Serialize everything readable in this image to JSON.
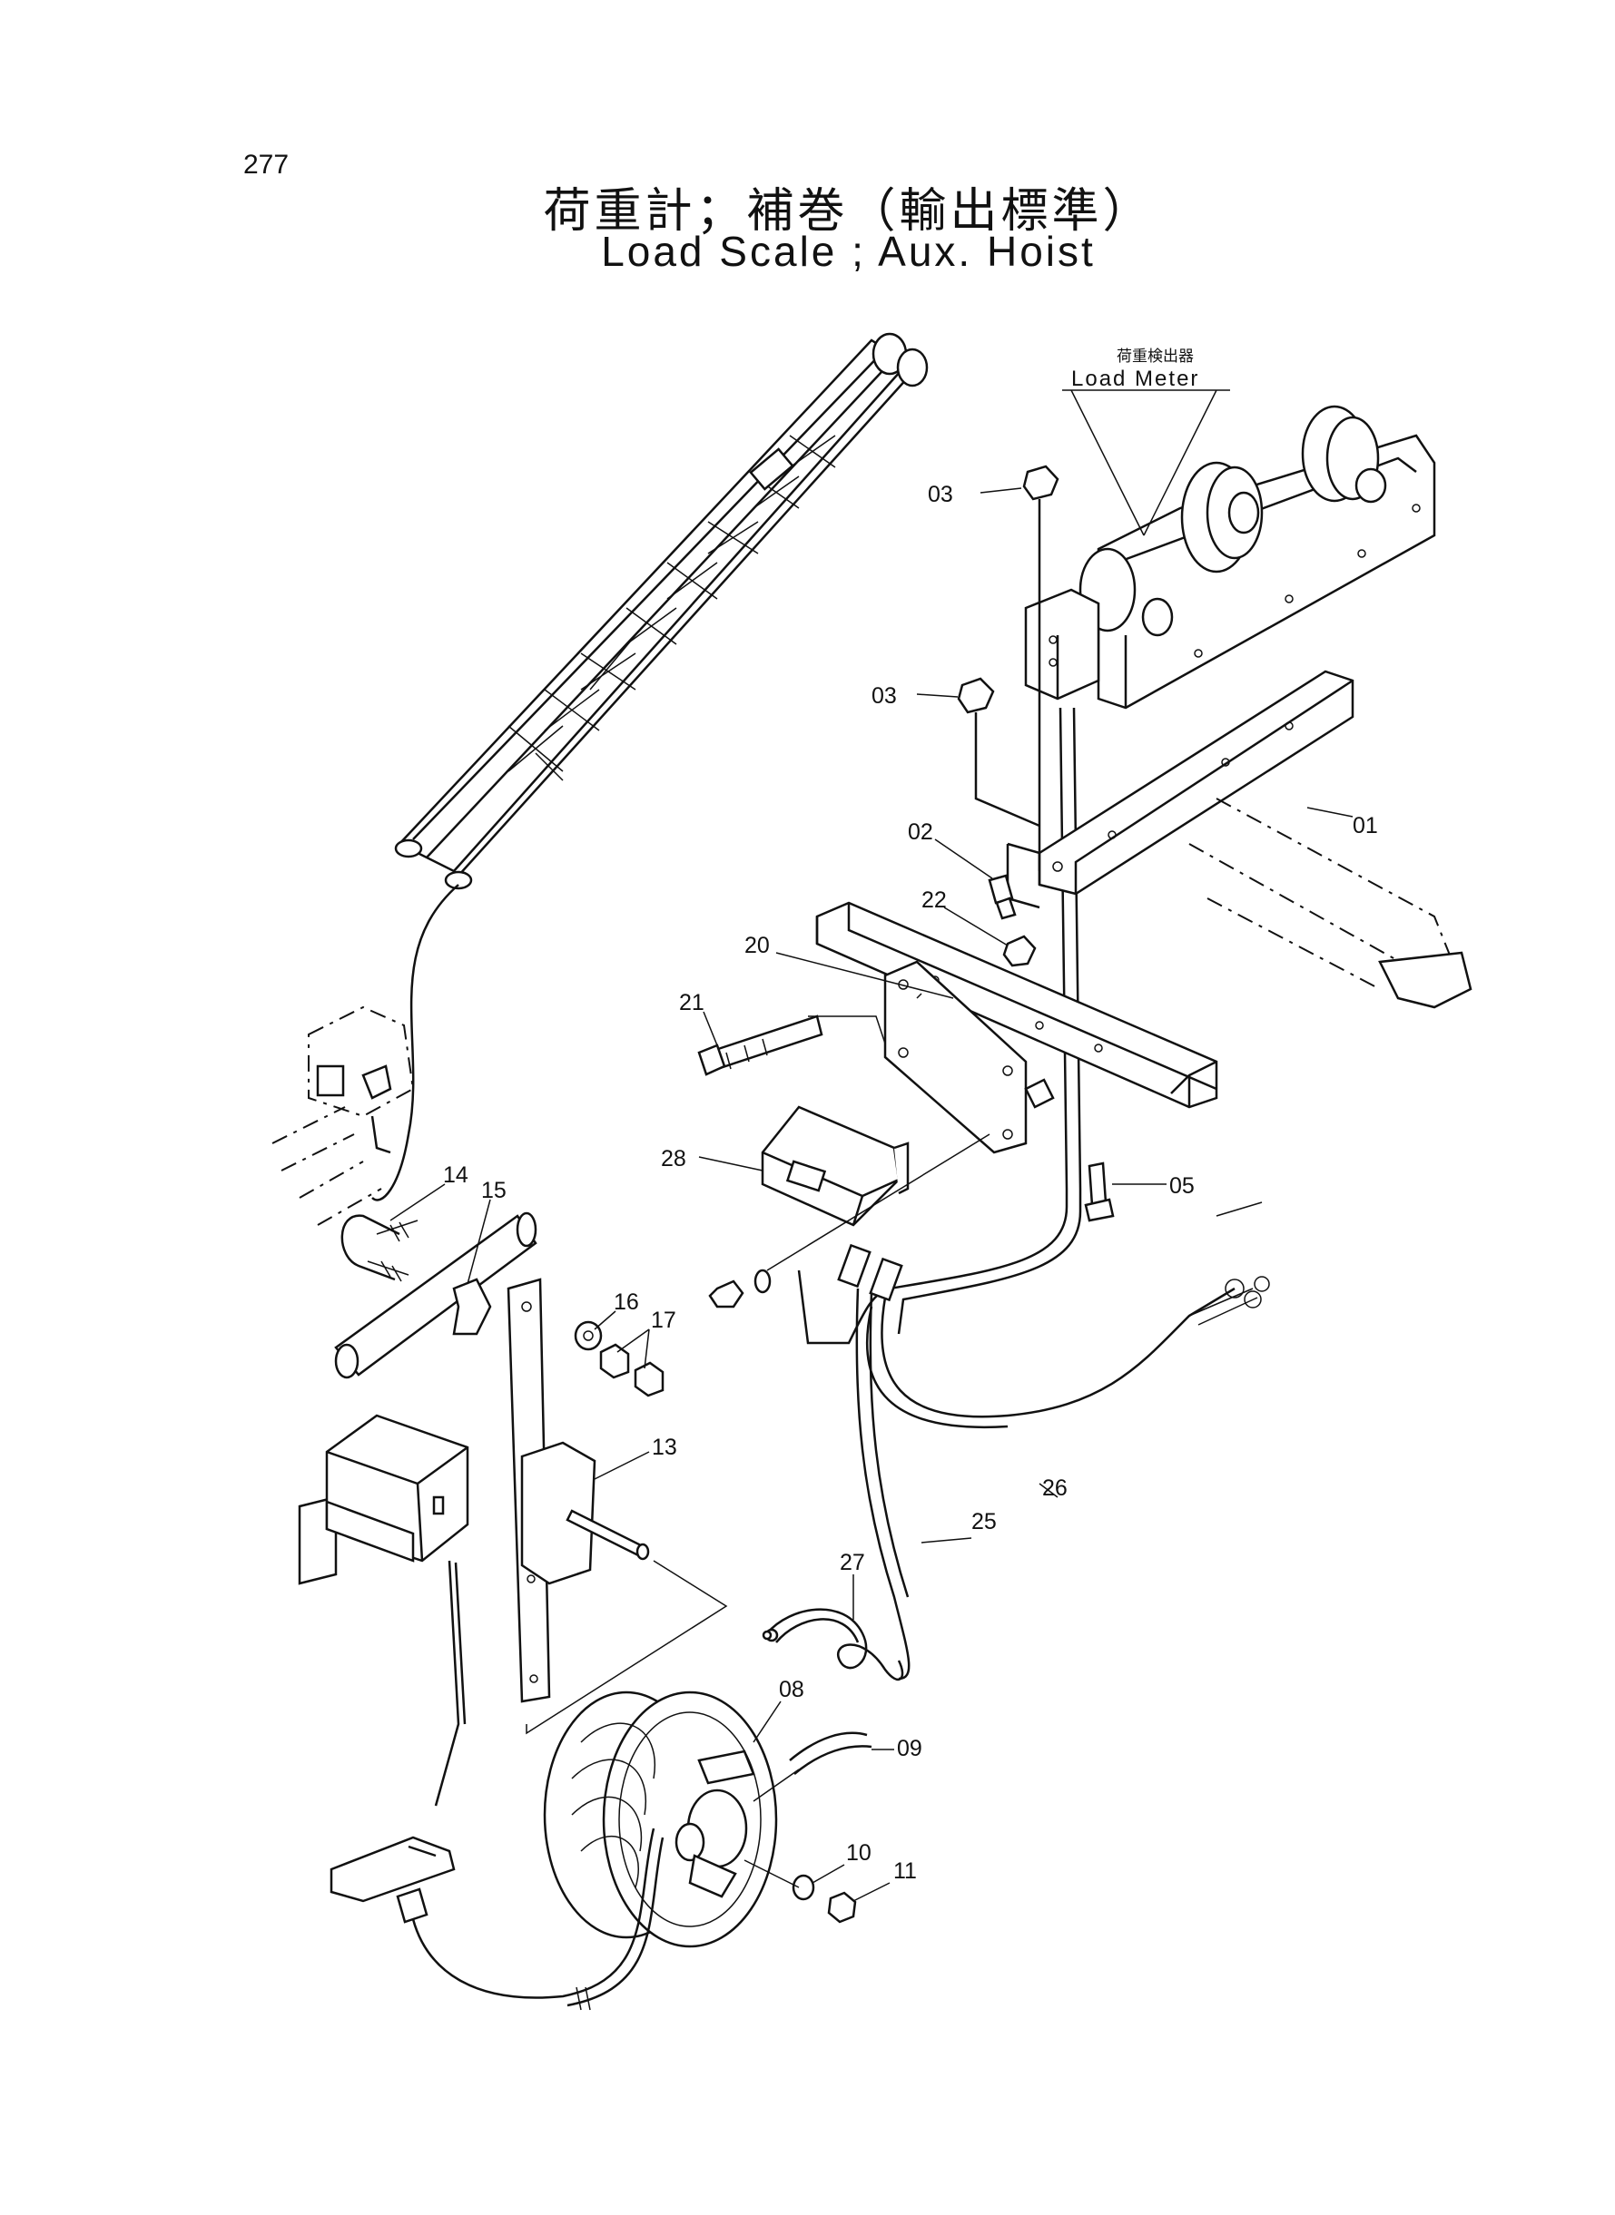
{
  "page_number": "277",
  "title_jp": "荷重計；補巻（輸出標準）",
  "title_en": "Load Scale ; Aux. Hoist",
  "load_meter_label_jp": "荷重検出器",
  "load_meter_label_en": "Load  Meter",
  "callouts": {
    "p01": "01",
    "p02": "02",
    "p03a": "03",
    "p03b": "03",
    "p05": "05",
    "p08": "08",
    "p09": "09",
    "p10": "10",
    "p11": "11",
    "p13": "13",
    "p14": "14",
    "p15": "15",
    "p16": "16",
    "p17": "17",
    "p20": "20",
    "p21": "21",
    "p22": "22",
    "p25": "25",
    "p26": "26",
    "p27": "27",
    "p28": "28"
  }
}
